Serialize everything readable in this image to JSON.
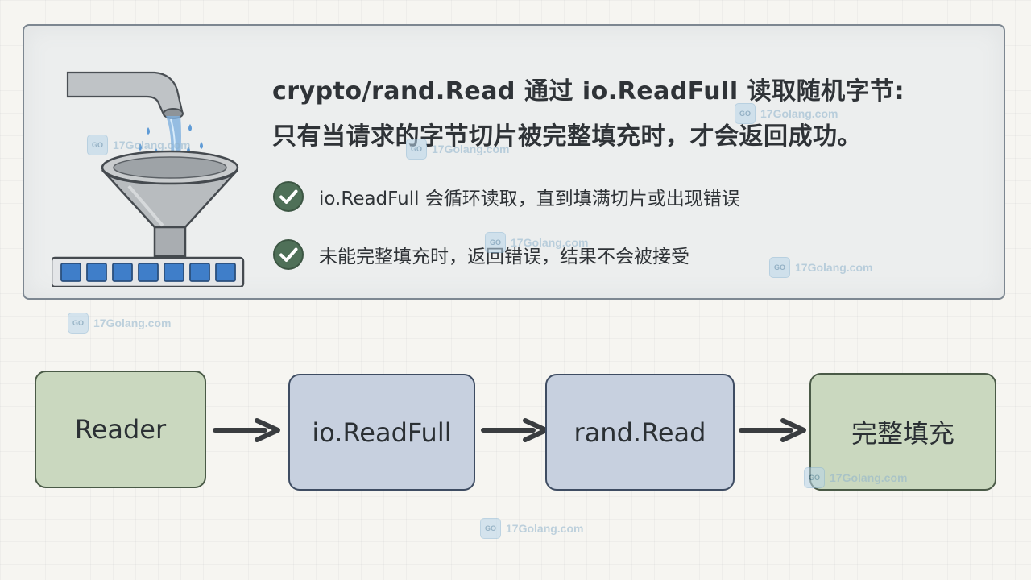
{
  "panel": {
    "headline_line1": "crypto/rand.Read 通过 io.ReadFull 读取随机字节:",
    "headline_line2": "只有当请求的字节切片被完整填充时，才会返回成功。",
    "bullets": [
      {
        "text": "io.ReadFull 会循环读取，直到填满切片或出现错误",
        "icon": "check-circle-icon"
      },
      {
        "text": "未能完整填充时，返回错误，结果不会被接受",
        "icon": "check-circle-icon"
      }
    ],
    "illustration": {
      "icon": "pipe-funnel-byte-slots-icon",
      "byte_slots": 7
    }
  },
  "flow": {
    "nodes": [
      {
        "label": "Reader",
        "color": "#cad8bf"
      },
      {
        "label": "io.ReadFull",
        "color": "#c7d0df"
      },
      {
        "label": "rand.Read",
        "color": "#c7d0df"
      },
      {
        "label": "完整填充",
        "color": "#cad8bf"
      }
    ],
    "arrow_icon": "arrow-right-icon"
  },
  "watermark": {
    "text": "17Golang.com",
    "logo_text": "GO"
  },
  "colors": {
    "panel_bg": "#eceeee",
    "check_green": "#4f7058",
    "green_node": "#cad8bf",
    "blue_node": "#c7d0df",
    "byte_blue": "#3f7ec9"
  }
}
